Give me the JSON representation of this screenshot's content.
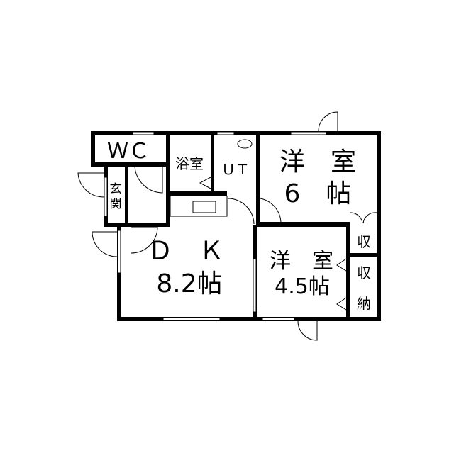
{
  "floor_plan": {
    "rooms": {
      "wc": {
        "label": "ＷＣ"
      },
      "bath": {
        "label": "浴室"
      },
      "utility": {
        "label": "ＵＴ"
      },
      "western_6": {
        "name": "洋　室",
        "size": "6　帖"
      },
      "entrance": {
        "line1": "玄",
        "line2": "関"
      },
      "dk": {
        "name": "Ｄ　Ｋ",
        "size": "8.2帖"
      },
      "western_45": {
        "name": "洋　室",
        "size": "4.5帖"
      },
      "closet_small": {
        "label": "収"
      },
      "closet": {
        "line1": "収",
        "line2": "納"
      }
    }
  }
}
